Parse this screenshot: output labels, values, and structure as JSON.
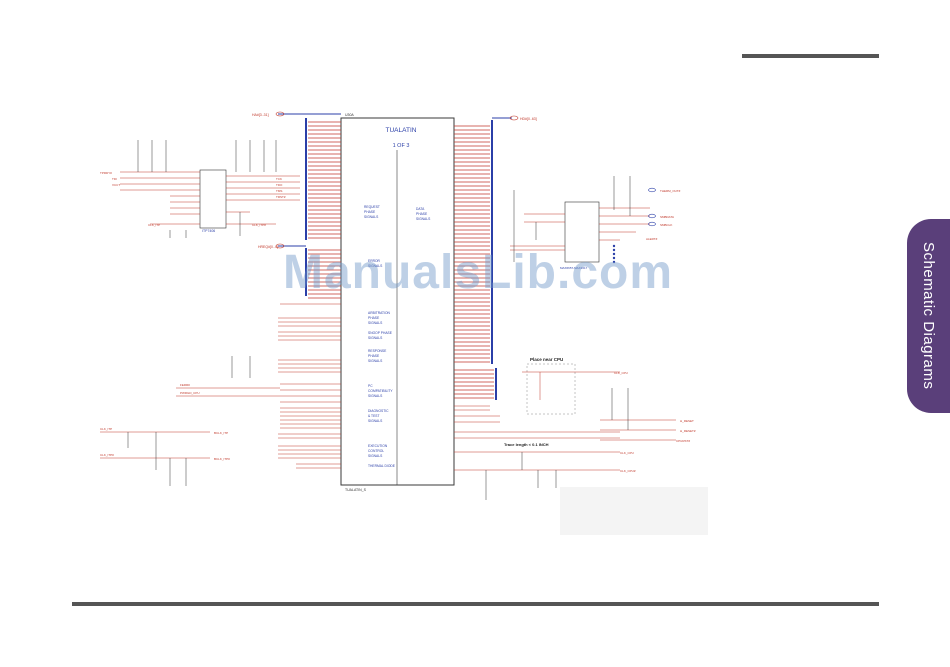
{
  "section_tab": "Schematic Diagrams",
  "watermark": "ManualsLib.com",
  "schematic": {
    "chip_name": "TUALATIN",
    "sheet": "1 OF 3",
    "chip_ref": "U30A",
    "chip_part": "TUALATIN_S",
    "side_connector": "ITP7406",
    "thermal_ic": "MAX6657-MAX1617",
    "note_place": "Place near CPU",
    "note_trace": "Trace length < 0.1 INCH"
  }
}
